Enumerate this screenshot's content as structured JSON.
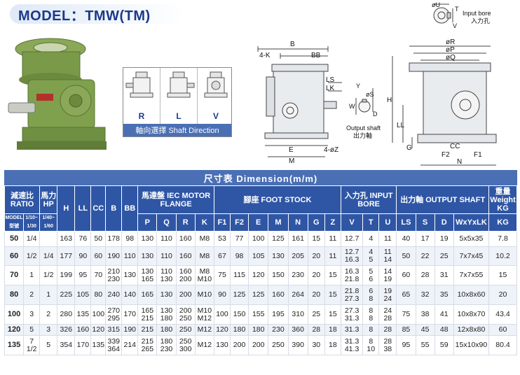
{
  "title": "MODEL：TMW(TM)",
  "shaft_direction": {
    "labels": [
      "R",
      "L",
      "V"
    ],
    "caption": "軸向選擇 Shaft Direction"
  },
  "drawing": {
    "input_bore": "Input bore",
    "input_bore_cn": "入力孔",
    "output_shaft": "Output shaft",
    "output_shaft_cn": "出力軸",
    "labels": {
      "B": "B",
      "K4": "4-K",
      "BB": "BB",
      "LS": "LS",
      "LK": "LK",
      "H": "H",
      "LL": "LL",
      "E": "E",
      "M": "M",
      "Z4": "4-øZ",
      "R": "øR",
      "P": "øP",
      "Q": "øQ",
      "CC": "CC",
      "F2": "F2",
      "F1": "F1",
      "N": "N",
      "G": "G",
      "Y": "Y",
      "W": "W",
      "S": "øS",
      "D": "D",
      "U": "øU",
      "T": "T",
      "V": "V"
    }
  },
  "banner": "尺寸表 Dimension(m/m)",
  "table": {
    "head1": {
      "ratio": "減速比 RATIO",
      "hp": "馬力 HP",
      "H": "H",
      "LL": "LL",
      "CC": "CC",
      "B": "B",
      "BB": "BB",
      "motor": "馬達盤 IEC MOTOR FLANGE",
      "foot": "腳座 FOOT STOCK",
      "input": "入力孔 INPUT BORE",
      "output": "出力軸 OUTPUT SHAFT",
      "weight": "重量 Weight KG"
    },
    "head2": {
      "model": "MODEL 型號",
      "r1": "1/10~ 1/30",
      "r2": "1/40~ 1/60",
      "motor_cols": [
        "P",
        "Q",
        "R",
        "K"
      ],
      "foot_cols": [
        "F1",
        "F2",
        "E",
        "M",
        "N",
        "G",
        "Z"
      ],
      "input_cols": [
        "V",
        "T",
        "U"
      ],
      "output_cols": [
        "LS",
        "S",
        "D",
        "WxYxLK"
      ],
      "weight_unit": "KG"
    },
    "rows": [
      [
        "50",
        "1/4",
        "",
        "163",
        "76",
        "50",
        "178",
        "98",
        "130",
        "110",
        "160",
        "M8",
        "53",
        "77",
        "100",
        "125",
        "161",
        "15",
        "11",
        "12.7",
        "4",
        "11",
        "40",
        "17",
        "19",
        "5x5x35",
        "7.8"
      ],
      [
        "60",
        "1/2",
        "1/4",
        "177",
        "90",
        "60",
        "190",
        "110",
        "130",
        "110",
        "160",
        "M8",
        "67",
        "98",
        "105",
        "130",
        "205",
        "20",
        "11",
        "12.7\n16.3",
        "4\n5",
        "11\n14",
        "50",
        "22",
        "25",
        "7x7x45",
        "10.2"
      ],
      [
        "70",
        "1",
        "1/2",
        "199",
        "95",
        "70",
        "210\n230",
        "130",
        "130\n165",
        "110\n130",
        "160\n200",
        "M8\nM10",
        "75",
        "115",
        "120",
        "150",
        "230",
        "20",
        "15",
        "16.3\n21.8",
        "5\n6",
        "14\n19",
        "60",
        "28",
        "31",
        "7x7x55",
        "15"
      ],
      [
        "80",
        "2",
        "1",
        "225",
        "105",
        "80",
        "240",
        "140",
        "165",
        "130",
        "200",
        "M10",
        "90",
        "125",
        "125",
        "160",
        "264",
        "20",
        "15",
        "21.8\n27.3",
        "6\n8",
        "19\n24",
        "65",
        "32",
        "35",
        "10x8x60",
        "20"
      ],
      [
        "100",
        "3",
        "2",
        "280",
        "135",
        "100",
        "270\n295",
        "170",
        "165\n215",
        "130\n180",
        "200\n250",
        "M10\nM12",
        "100",
        "150",
        "155",
        "195",
        "310",
        "25",
        "15",
        "27.3\n31.3",
        "8\n8",
        "24\n28",
        "75",
        "38",
        "41",
        "10x8x70",
        "43.4"
      ],
      [
        "120",
        "5",
        "3",
        "326",
        "160",
        "120",
        "315",
        "190",
        "215",
        "180",
        "250",
        "M12",
        "120",
        "180",
        "180",
        "230",
        "360",
        "28",
        "18",
        "31.3",
        "8",
        "28",
        "85",
        "45",
        "48",
        "12x8x80",
        "60"
      ],
      [
        "135",
        "7 1/2",
        "5",
        "354",
        "170",
        "135",
        "339\n364",
        "214",
        "215\n265",
        "180\n230",
        "250\n300",
        "M12",
        "130",
        "200",
        "200",
        "250",
        "390",
        "30",
        "18",
        "31.3\n41.3",
        "8\n10",
        "28\n38",
        "95",
        "55",
        "59",
        "15x10x90",
        "80.4"
      ]
    ]
  },
  "colors": {
    "header_blue": "#2f56a5",
    "banner_blue": "#4a6fb4",
    "title_blue": "#1a3a8a",
    "gearbox_green": "#7a9a4a"
  }
}
